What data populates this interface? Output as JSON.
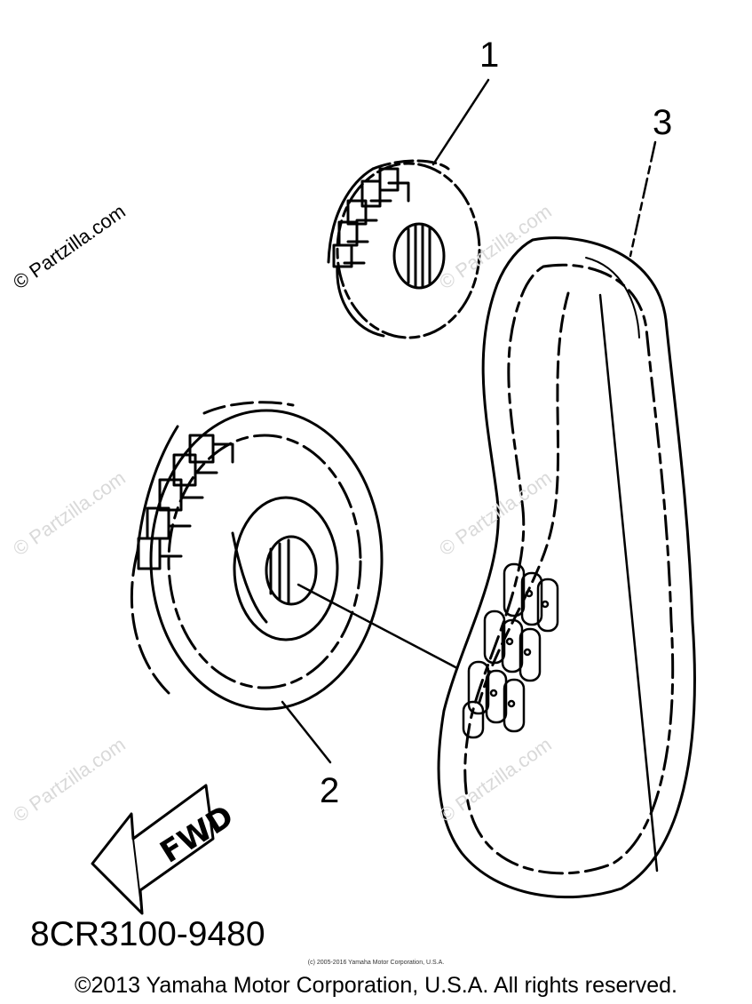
{
  "callouts": {
    "one": "1",
    "two": "2",
    "three": "3"
  },
  "fwd_label": "FWD",
  "part_code": "8CR3100-9480",
  "small_copyright": "(c) 2005-2016 Yamaha Motor Corporation, U.S.A.",
  "copyright": "©2013 Yamaha Motor Corporation, U.S.A. All rights reserved.",
  "watermark": "© Partzilla.com",
  "colors": {
    "line": "#000000",
    "watermark": "#d9d9d9",
    "background": "#ffffff"
  }
}
